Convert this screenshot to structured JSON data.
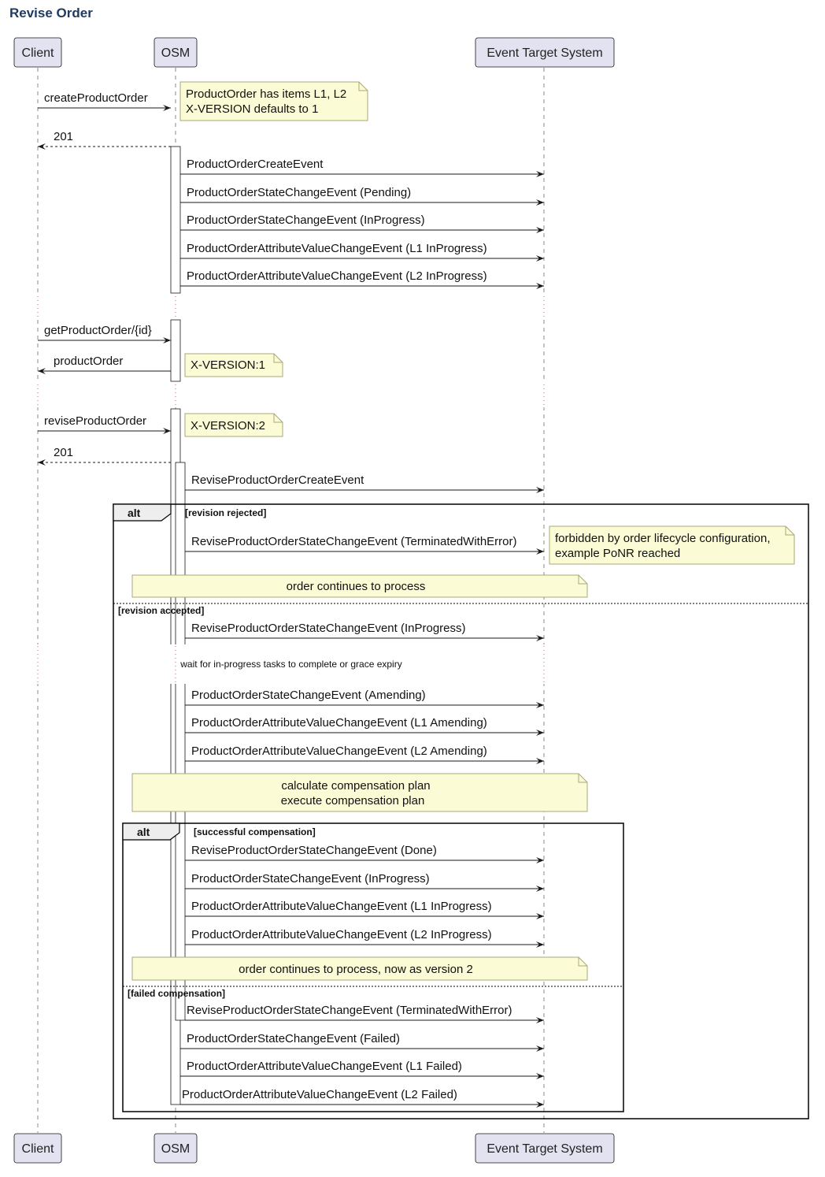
{
  "title": "Revise Order",
  "participants": [
    {
      "id": "client",
      "label": "Client"
    },
    {
      "id": "osm",
      "label": "OSM"
    },
    {
      "id": "ets",
      "label": "Event Target System"
    }
  ],
  "messages": [
    {
      "from": "client",
      "to": "osm",
      "label": "createProductOrder",
      "style": "solid"
    },
    {
      "from": "osm",
      "to": "client",
      "label": "201",
      "style": "dashed"
    },
    {
      "from": "osm",
      "to": "ets",
      "label": "ProductOrderCreateEvent",
      "style": "solid"
    },
    {
      "from": "osm",
      "to": "ets",
      "label": "ProductOrderStateChangeEvent (Pending)",
      "style": "solid"
    },
    {
      "from": "osm",
      "to": "ets",
      "label": "ProductOrderStateChangeEvent (InProgress)",
      "style": "solid"
    },
    {
      "from": "osm",
      "to": "ets",
      "label": "ProductOrderAttributeValueChangeEvent (L1 InProgress)",
      "style": "solid"
    },
    {
      "from": "osm",
      "to": "ets",
      "label": "ProductOrderAttributeValueChangeEvent (L2 InProgress)",
      "style": "solid"
    },
    {
      "from": "client",
      "to": "osm",
      "label": "getProductOrder/{id}",
      "style": "solid"
    },
    {
      "from": "osm",
      "to": "client",
      "label": "productOrder",
      "style": "solid"
    },
    {
      "from": "client",
      "to": "osm",
      "label": "reviseProductOrder",
      "style": "solid"
    },
    {
      "from": "osm",
      "to": "client",
      "label": "201",
      "style": "dashed"
    },
    {
      "from": "osm",
      "to": "ets",
      "label": "ReviseProductOrderCreateEvent",
      "style": "solid"
    },
    {
      "from": "osm",
      "to": "ets",
      "label": "ReviseProductOrderStateChangeEvent (TerminatedWithError)",
      "style": "solid"
    },
    {
      "from": "osm",
      "to": "ets",
      "label": "ReviseProductOrderStateChangeEvent (InProgress)",
      "style": "solid"
    },
    {
      "from": "osm",
      "to": "ets",
      "label": "ProductOrderStateChangeEvent (Amending)",
      "style": "solid"
    },
    {
      "from": "osm",
      "to": "ets",
      "label": "ProductOrderAttributeValueChangeEvent (L1 Amending)",
      "style": "solid"
    },
    {
      "from": "osm",
      "to": "ets",
      "label": "ProductOrderAttributeValueChangeEvent (L2 Amending)",
      "style": "solid"
    },
    {
      "from": "osm",
      "to": "ets",
      "label": "ReviseProductOrderStateChangeEvent (Done)",
      "style": "solid"
    },
    {
      "from": "osm",
      "to": "ets",
      "label": "ProductOrderStateChangeEvent (InProgress)",
      "style": "solid"
    },
    {
      "from": "osm",
      "to": "ets",
      "label": "ProductOrderAttributeValueChangeEvent (L1 InProgress)",
      "style": "solid"
    },
    {
      "from": "osm",
      "to": "ets",
      "label": "ProductOrderAttributeValueChangeEvent (L2 InProgress)",
      "style": "solid"
    },
    {
      "from": "osm",
      "to": "ets",
      "label": "ReviseProductOrderStateChangeEvent (TerminatedWithError)",
      "style": "solid"
    },
    {
      "from": "osm",
      "to": "ets",
      "label": "ProductOrderStateChangeEvent (Failed)",
      "style": "solid"
    },
    {
      "from": "osm",
      "to": "ets",
      "label": "ProductOrderAttributeValueChangeEvent (L1 Failed)",
      "style": "solid"
    },
    {
      "from": "osm",
      "to": "ets",
      "label": "ProductOrderAttributeValueChangeEvent (L2 Failed)",
      "style": "solid"
    }
  ],
  "notes": [
    {
      "lines": [
        "ProductOrder has items L1, L2",
        "X-VERSION defaults to 1"
      ]
    },
    {
      "lines": [
        "X-VERSION:1"
      ]
    },
    {
      "lines": [
        "X-VERSION:2"
      ]
    },
    {
      "lines": [
        "forbidden by order lifecycle configuration,",
        "example PoNR reached"
      ]
    },
    {
      "lines": [
        "order continues to process"
      ]
    },
    {
      "lines": [
        "calculate compensation plan",
        "execute compensation plan"
      ]
    },
    {
      "lines": [
        "order continues to process, now as version 2"
      ]
    }
  ],
  "delay_label": "wait for in-progress tasks to complete or grace expiry",
  "fragments": [
    {
      "keyword": "alt",
      "guards": [
        "[revision rejected]",
        "[revision accepted]"
      ]
    },
    {
      "keyword": "alt",
      "guards": [
        "[successful compensation]",
        "[failed compensation]"
      ]
    }
  ],
  "colors": {
    "participant_fill": "#e2e2f0",
    "participant_border": "#181818",
    "note_fill": "#fbfbd5",
    "note_border": "#a8a878",
    "lifeline": "#888888",
    "title": "#1f3b63"
  }
}
